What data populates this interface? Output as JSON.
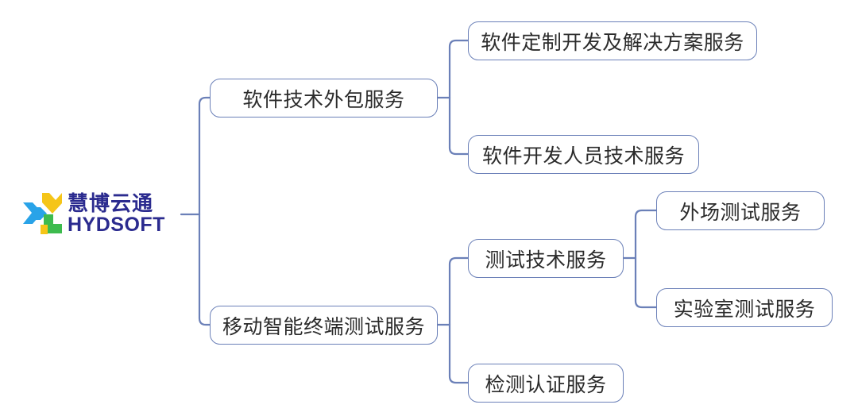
{
  "diagram": {
    "type": "org-tree",
    "orientation": "left-to-right",
    "background_color": "#ffffff",
    "box_border_color": "#6b80b8",
    "box_fill_color": "#ffffff",
    "connector_color": "#6b80b8",
    "text_color": "#2b2b2b"
  },
  "root": {
    "name": "company-logo",
    "brand_cn": "慧博云通",
    "brand_en": "HYDSOFT",
    "brand_text_color": "#2b2b8f",
    "mark_colors": {
      "blue": "#29a3e8",
      "yellow": "#f5c518",
      "green": "#3dbb4e"
    }
  },
  "nodes": {
    "level1": [
      {
        "id": "n1",
        "label": "软件技术外包服务"
      },
      {
        "id": "n2",
        "label": "移动智能终端测试服务"
      }
    ],
    "level2": [
      {
        "id": "n1a",
        "label": "软件定制开发及解决方案服务",
        "parent": "n1"
      },
      {
        "id": "n1b",
        "label": "软件开发人员技术服务",
        "parent": "n1"
      },
      {
        "id": "n2a",
        "label": "测试技术服务",
        "parent": "n2"
      },
      {
        "id": "n2b",
        "label": "检测认证服务",
        "parent": "n2"
      }
    ],
    "level3": [
      {
        "id": "n2a1",
        "label": "外场测试服务",
        "parent": "n2a"
      },
      {
        "id": "n2a2",
        "label": "实验室测试服务",
        "parent": "n2a"
      }
    ]
  }
}
